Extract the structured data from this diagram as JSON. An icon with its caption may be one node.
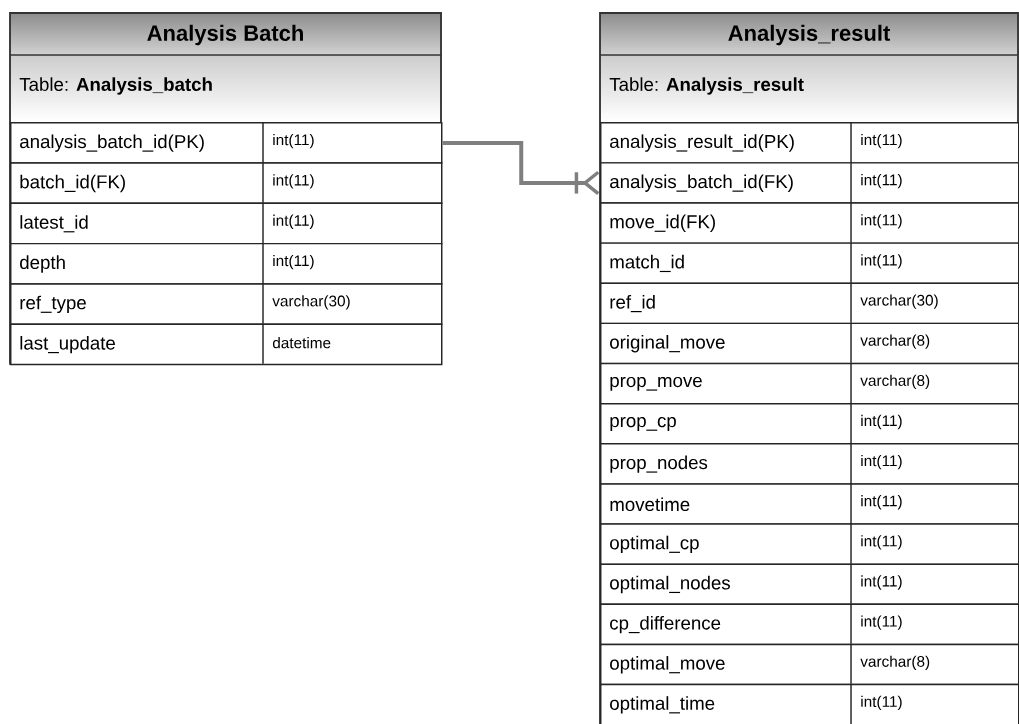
{
  "diagram": {
    "nodes": [
      {
        "text": [
          "Analysis Batch",
          "Table: **Analysis_batch**"
        ]
      },
      {
        "text": [
          "analysis_batch_id(PK)",
          "int(11)"
        ],
        "in": 0
      },
      {
        "text": [
          "batch_id(FK)",
          "int(11)"
        ],
        "in": 0
      },
      {
        "text": [
          "latest_id",
          "int(11)"
        ],
        "in": 0
      },
      {
        "text": [
          "depth",
          "int(11)"
        ],
        "in": 0
      },
      {
        "text": [
          "ref_type",
          "varchar(30)"
        ],
        "in": 0
      },
      {
        "text": [
          "last_update",
          "datetime"
        ],
        "in": 0
      },
      {
        "text": [
          "Analysis_result",
          "Table: **Analysis_result**"
        ]
      },
      {
        "text": [
          "analysis_result_id(PK)",
          "int(11)"
        ],
        "in": 7
      },
      {
        "text": [
          "analysis_batch_id(FK)",
          "int(11)"
        ],
        "in": 7
      },
      {
        "text": [
          "move_id(FK)",
          "int(11)"
        ],
        "in": 7
      },
      {
        "text": [
          "match_id",
          "int(11)"
        ],
        "in": 7
      },
      {
        "text": [
          "ref_id",
          "varchar(30)"
        ],
        "in": 7
      },
      {
        "text": [
          "original_move",
          "varchar(8)"
        ],
        "in": 7
      },
      {
        "text": [
          "prop_move",
          "varchar(8)"
        ],
        "in": 7
      },
      {
        "text": [
          "prop_cp",
          "int(11)"
        ],
        "in": 7
      },
      {
        "text": [
          "prop_nodes",
          "int(11)"
        ],
        "in": 7
      },
      {
        "text": [
          "movetime",
          "int(11)"
        ],
        "in": 7
      },
      {
        "text": [
          "optimal_cp",
          "int(11)"
        ],
        "in": 7
      },
      {
        "text": [
          "optimal_nodes",
          "int(11)"
        ],
        "in": 7
      },
      {
        "text": [
          "cp_difference",
          "int(11)"
        ],
        "in": 7
      },
      {
        "text": [
          "optimal_move",
          "varchar(8)"
        ],
        "in": 7
      },
      {
        "text": [
          "optimal_time",
          "int(11)"
        ],
        "in": 7
      }
    ],
    "edges": [
      {
        "from": 1,
        "to": 9,
        "arrow": "other",
        "color": "#7f7f7f"
      }
    ]
  }
}
